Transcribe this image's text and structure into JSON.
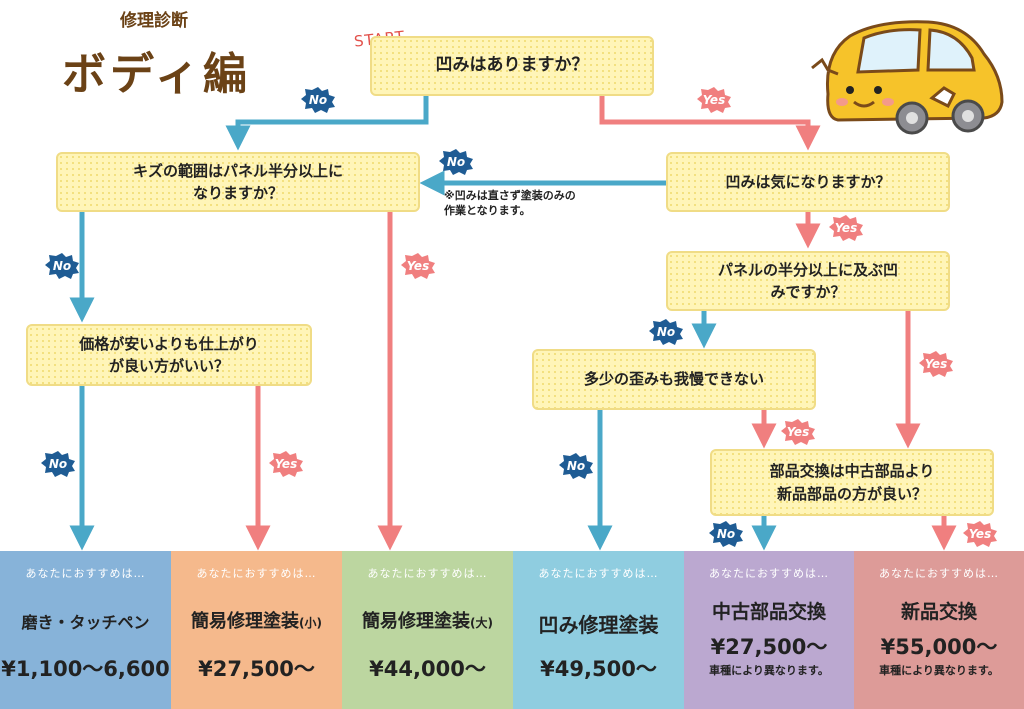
{
  "header": {
    "subtitle": "修理診断",
    "title": "ボディ編",
    "start": "START"
  },
  "questions": {
    "q1": "凹みはありますか？",
    "q2": "キズの範囲はパネル半分以上に\nなりますか？",
    "q3": "凹みは気になりますか？",
    "q4": "パネルの半分以上に及ぶ凹\nみですか？",
    "q5": "価格が安いよりも仕上がり\nが良い方がいい？",
    "q6": "多少の歪みも我慢できない",
    "q7": "部品交換は中古部品より\n新品部品の方が良い？"
  },
  "note": "※凹みは直さず塗装のみの\n作業となります。",
  "labels": {
    "yes": "Yes",
    "no": "No"
  },
  "results": [
    {
      "intro": "あなたにおすすめは…",
      "name": "磨き・タッチペン",
      "price": "¥1,100～6,600",
      "note": ""
    },
    {
      "intro": "あなたにおすすめは…",
      "name": "簡易修理塗装",
      "size": "(小)",
      "price": "¥27,500～",
      "note": ""
    },
    {
      "intro": "あなたにおすすめは…",
      "name": "簡易修理塗装",
      "size": "(大)",
      "price": "¥44,000～",
      "note": ""
    },
    {
      "intro": "あなたにおすすめは…",
      "name": "凹み修理塗装",
      "price": "¥49,500～",
      "note": ""
    },
    {
      "intro": "あなたにおすすめは…",
      "name": "中古部品交換",
      "price": "¥27,500～",
      "note": "車種により異なります。"
    },
    {
      "intro": "あなたにおすすめは…",
      "name": "新品交換",
      "price": "¥55,000～",
      "note": "車種により異なります。"
    }
  ],
  "colors": {
    "yes_line": "#f07f7f",
    "no_line": "#4aa8c8",
    "yes_badge": "#f07f7f",
    "no_badge": "#1f5c94",
    "question_fill": "#fff5b8",
    "title": "#6b4216",
    "panels": [
      "#87b3d9",
      "#f5b98c",
      "#bcd6a0",
      "#8fcde0",
      "#bba8d0",
      "#dd9b98"
    ]
  },
  "illustration": "smiling-yellow-car"
}
